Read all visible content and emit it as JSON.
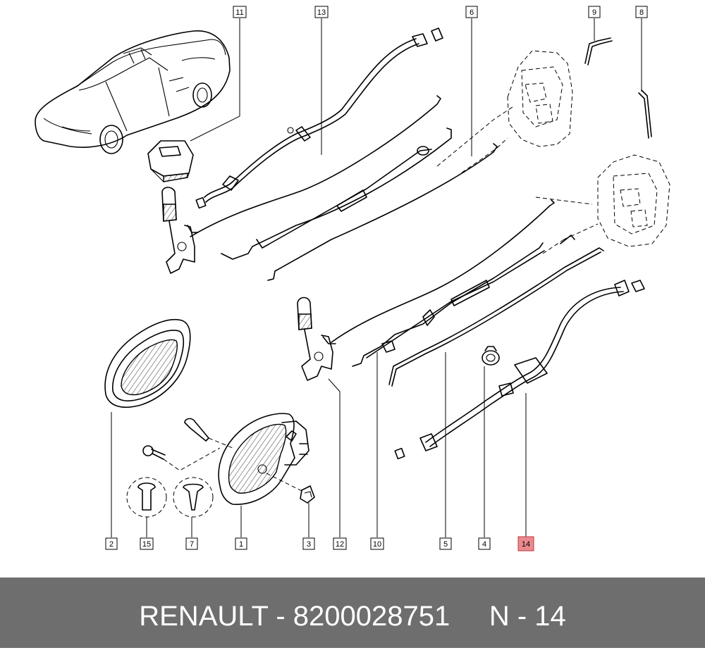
{
  "diagram": {
    "callouts": [
      {
        "id": "c11",
        "label": "11"
      },
      {
        "id": "c13",
        "label": "13"
      },
      {
        "id": "c6",
        "label": "6"
      },
      {
        "id": "c9",
        "label": "9"
      },
      {
        "id": "c8",
        "label": "8"
      },
      {
        "id": "c2",
        "label": "2"
      },
      {
        "id": "c15",
        "label": "15"
      },
      {
        "id": "c7",
        "label": "7"
      },
      {
        "id": "c1",
        "label": "1"
      },
      {
        "id": "c3",
        "label": "3"
      },
      {
        "id": "c12",
        "label": "12"
      },
      {
        "id": "c10",
        "label": "10"
      },
      {
        "id": "c5",
        "label": "5"
      },
      {
        "id": "c4",
        "label": "4"
      },
      {
        "id": "c14",
        "label": "14"
      }
    ],
    "highlighted": "14",
    "highlight_color": "#e98a8f"
  },
  "footer": {
    "text": "RENAULT - 8200028751     N - 14",
    "background": "#6e6e6e",
    "color": "#ffffff"
  }
}
